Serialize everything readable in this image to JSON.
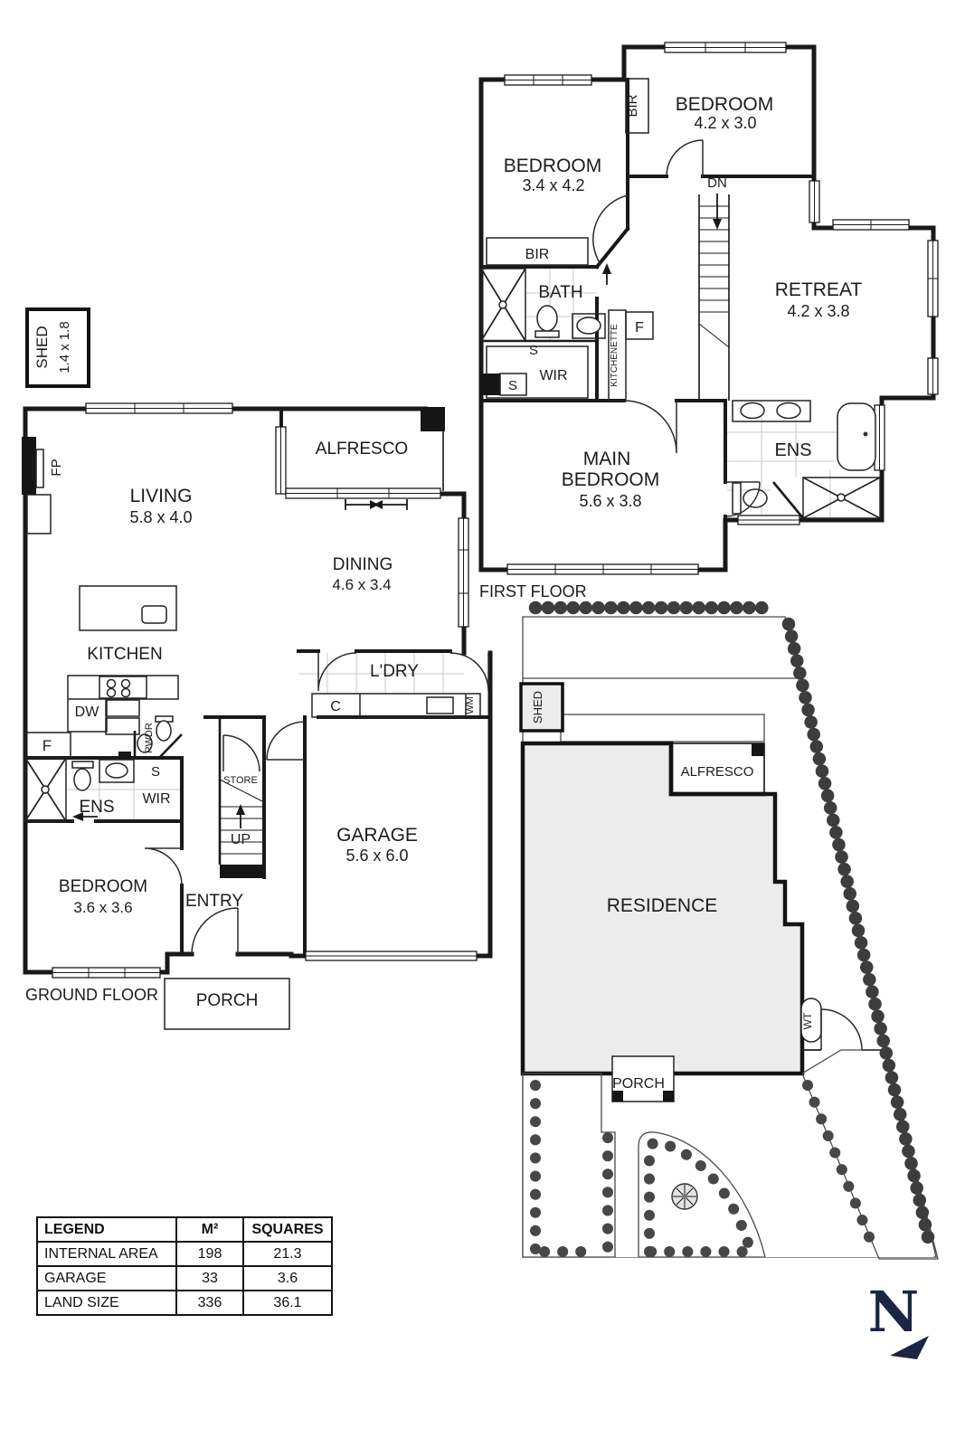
{
  "colors": {
    "wall": "#191919",
    "site_fill": "#ececec",
    "hedge_dot": "#3d3d3d",
    "navy": "#1c2544"
  },
  "first_floor": {
    "section_label": "FIRST FLOOR",
    "bedroom_left_name": "BEDROOM",
    "bedroom_left_dims": "3.4 x 4.2",
    "bedroom_right_name": "BEDROOM",
    "bedroom_right_dims": "4.2 x 3.0",
    "retreat_name": "RETREAT",
    "retreat_dims": "4.2 x 3.8",
    "main_bedroom_line1": "MAIN",
    "main_bedroom_line2": "BEDROOM",
    "main_bedroom_dims": "5.6 x 3.8",
    "bath": "BATH",
    "ens": "ENS",
    "wir": "WIR",
    "bir_left": "BIR",
    "bir_right": "BIR",
    "kitchenette": "KITCHENETTE",
    "dn": "DN",
    "f": "F",
    "s_bath": "S",
    "s_wir": "S"
  },
  "ground_floor": {
    "section_label": "GROUND FLOOR",
    "shed_line1": "SHED",
    "shed_line2": "1.4 x 1.8",
    "living_name": "LIVING",
    "living_dims": "5.8 x 4.0",
    "alfresco": "ALFRESCO",
    "dining_name": "DINING",
    "dining_dims": "4.6 x 3.4",
    "kitchen": "KITCHEN",
    "laundry": "L'DRY",
    "garage_name": "GARAGE",
    "garage_dims": "5.6 x 6.0",
    "bedroom_name": "BEDROOM",
    "bedroom_dims": "3.6 x 3.6",
    "entry": "ENTRY",
    "porch": "PORCH",
    "ens": "ENS",
    "wir": "WIR",
    "pwdr": "PWDR",
    "store": "STORE",
    "up": "UP",
    "dw": "DW",
    "f": "F",
    "fp": "FP",
    "c": "C",
    "wm": "WM",
    "s": "S"
  },
  "site_plan": {
    "residence": "RESIDENCE",
    "alfresco": "ALFRESCO",
    "porch": "PORCH",
    "shed": "SHED",
    "wt": "WT"
  },
  "legend": {
    "headers": [
      "LEGEND",
      "M²",
      "SQUARES"
    ],
    "rows": [
      {
        "label": "INTERNAL AREA",
        "m2": "198",
        "squares": "21.3"
      },
      {
        "label": "GARAGE",
        "m2": "33",
        "squares": "3.6"
      },
      {
        "label": "LAND SIZE",
        "m2": "336",
        "squares": "36.1"
      }
    ]
  },
  "compass": {
    "north": "N"
  }
}
